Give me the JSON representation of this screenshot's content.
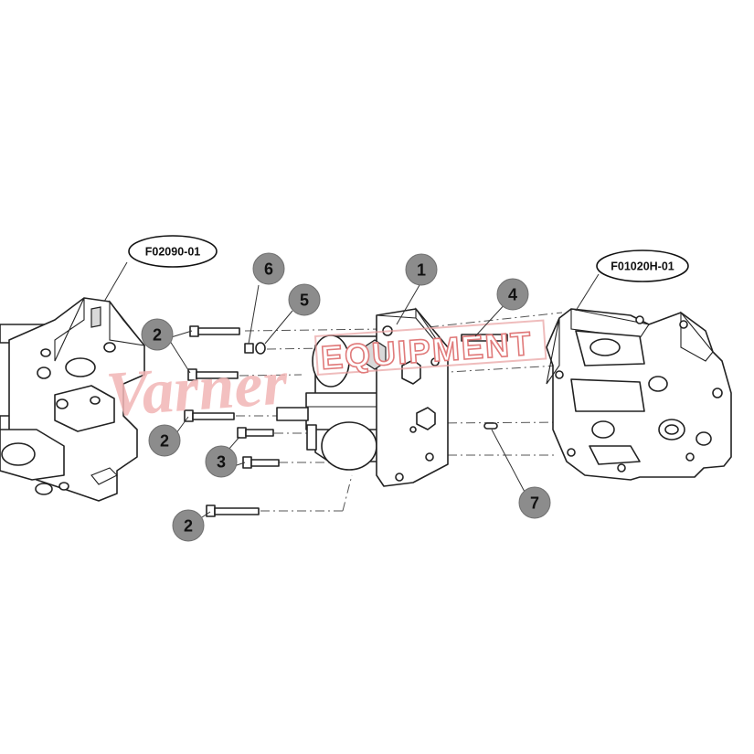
{
  "diagram": {
    "reference_labels": [
      {
        "id": "ref-left",
        "text": "F02090-01"
      },
      {
        "id": "ref-right",
        "text": "F01020H-01"
      }
    ],
    "callouts": [
      {
        "id": "c1",
        "number": "1"
      },
      {
        "id": "c2a",
        "number": "2"
      },
      {
        "id": "c2b",
        "number": "2"
      },
      {
        "id": "c2c",
        "number": "2"
      },
      {
        "id": "c3",
        "number": "3"
      },
      {
        "id": "c4",
        "number": "4"
      },
      {
        "id": "c5",
        "number": "5"
      },
      {
        "id": "c6",
        "number": "6"
      },
      {
        "id": "c7",
        "number": "7"
      }
    ],
    "watermark": {
      "script_text": "Varner",
      "box_text": "EQUIPMENT"
    },
    "colors": {
      "badge_fill": "#8c8c8c",
      "watermark": "#f2b6b6",
      "line": "#222222"
    }
  }
}
